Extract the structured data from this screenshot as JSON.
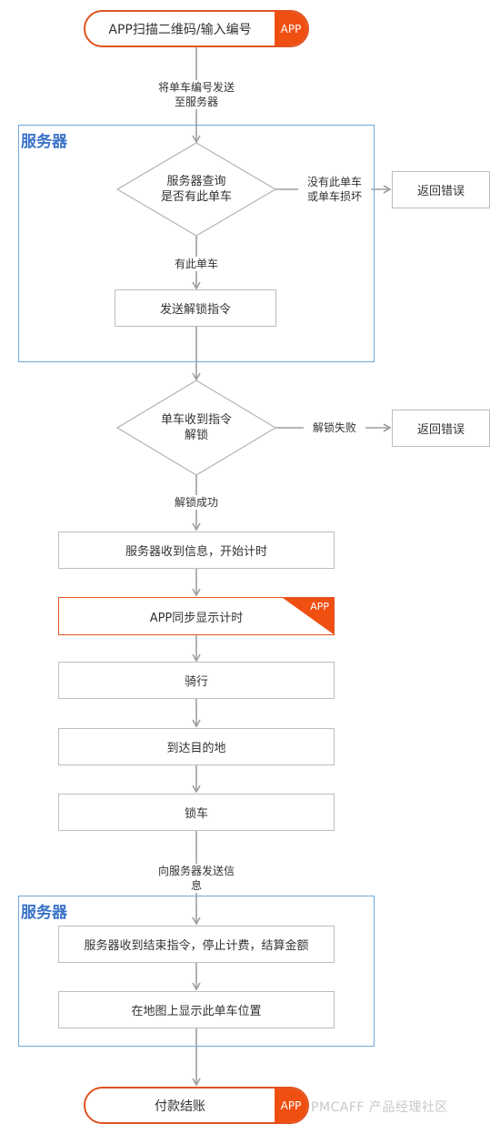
{
  "nodes": {
    "start": {
      "text": "APP扫描二维码/输入编号",
      "badge": "APP"
    },
    "server_query": {
      "line1": "服务器查询",
      "line2": "是否有此单车"
    },
    "error1": {
      "text": "返回错误"
    },
    "send_unlock": {
      "text": "发送解锁指令"
    },
    "bike_unlock": {
      "line1": "单车收到指令",
      "line2": "解锁"
    },
    "error2": {
      "text": "返回错误"
    },
    "start_timing": {
      "text": "服务器收到信息，开始计时"
    },
    "app_sync": {
      "text": "APP同步显示计时",
      "badge": "APP"
    },
    "ride": {
      "text": "骑行"
    },
    "arrive": {
      "text": "到达目的地"
    },
    "lock": {
      "text": "锁车"
    },
    "stop_billing": {
      "text": "服务器收到结束指令，停止计费，结算金额"
    },
    "show_location": {
      "text": "在地图上显示此单车位置"
    },
    "pay": {
      "text": "付款结账",
      "badge": "APP"
    }
  },
  "edge_labels": {
    "send_number": {
      "line1": "将单车编号发送",
      "line2": "至服务器"
    },
    "no_bike": {
      "line1": "没有此单车",
      "line2": "或单车损坏"
    },
    "has_bike": "有此单车",
    "unlock_fail": "解锁失败",
    "unlock_ok": "解锁成功",
    "send_info": {
      "line1": "向服务器发送信",
      "line2": "息"
    }
  },
  "regions": {
    "server1": {
      "title": "服务器"
    },
    "server2": {
      "title": "服务器"
    }
  },
  "watermark": "PMCAFF 产品经理社区",
  "colors": {
    "accent": "#f04f12",
    "region_border": "#6fa8dc",
    "region_title": "#3a72c8",
    "connector": "#9e9e9e",
    "box_border": "#bdbdbd"
  }
}
